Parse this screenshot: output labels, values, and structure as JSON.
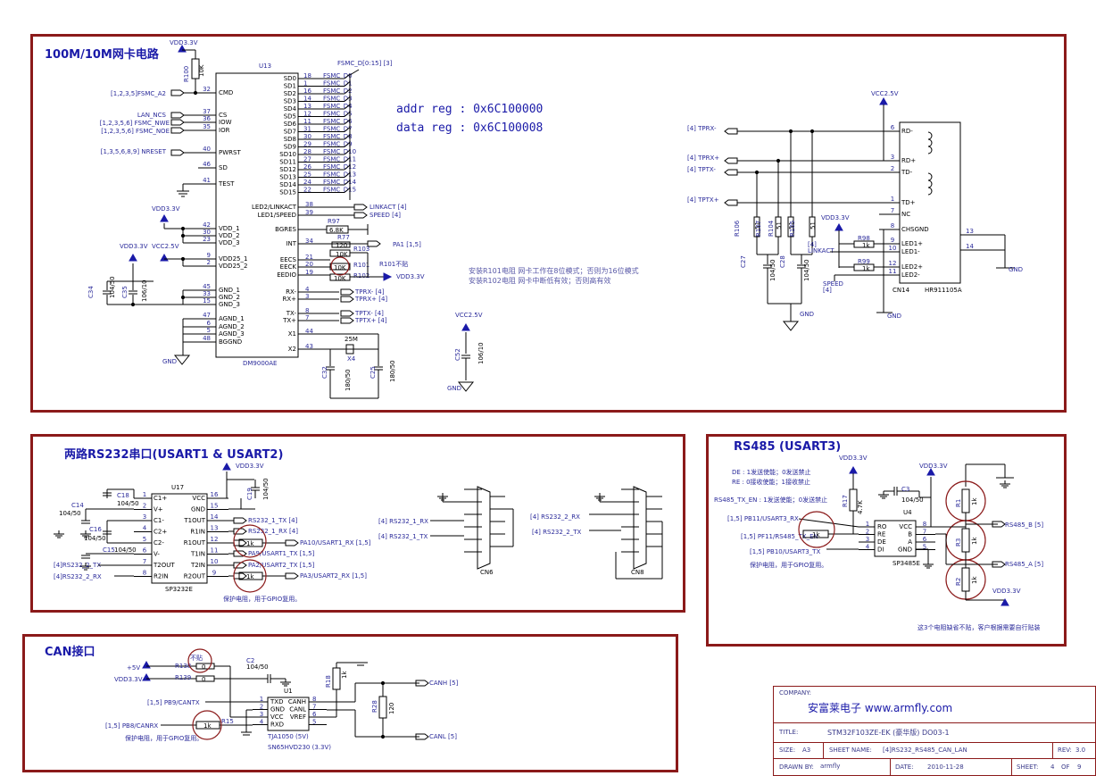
{
  "blocks": {
    "ethernet_title": "100M/10M网卡电路",
    "rs232_title": "两路RS232串口(USART1 & USART2)",
    "rs485_title": "RS485 (USART3)",
    "can_title": "CAN接口"
  },
  "ethernet": {
    "addr_reg": "addr reg : 0x6C100000",
    "data_reg": "data reg : 0x6C100008",
    "note1": "安装R101电阻 网卡工作在8位模式；否则为16位模式",
    "note2": "安装R102电阻   网卡中断低有效；否则高有效",
    "chip_ref": "U13",
    "chip_name": "DM9000AE",
    "bus": "FSMC_D[0:15] [3]",
    "vdd33": "VDD3.3V",
    "vcc25": "VCC2.5V",
    "gnd": "GND",
    "r100": "R100",
    "r100v": "10K",
    "left_pins": [
      {
        "num": "32",
        "name": "CMD",
        "net": "[1,2,3,5]FSMC_A2"
      },
      {
        "num": "37",
        "name": "CS",
        "net": "LAN_NCS"
      },
      {
        "num": "36",
        "name": "IOW",
        "net": "[1,2,3,5,6] FSMC_NWE"
      },
      {
        "num": "35",
        "name": "IOR",
        "net": "[1,2,3,5,6] FSMC_NOE"
      },
      {
        "num": "40",
        "name": "PWRST",
        "net": "[1,3,5,6,8,9] NRESET"
      },
      {
        "num": "46",
        "name": "SD",
        "net": ""
      },
      {
        "num": "41",
        "name": "TEST",
        "net": ""
      },
      {
        "num": "42",
        "name": "VDD_1",
        "net": ""
      },
      {
        "num": "30",
        "name": "VDD_2",
        "net": ""
      },
      {
        "num": "23",
        "name": "VDD_3",
        "net": ""
      },
      {
        "num": "9",
        "name": "VDD25_1",
        "net": ""
      },
      {
        "num": "2",
        "name": "VDD25_2",
        "net": ""
      },
      {
        "num": "45",
        "name": "GND_1",
        "net": ""
      },
      {
        "num": "33",
        "name": "GND_2",
        "net": ""
      },
      {
        "num": "15",
        "name": "GND_3",
        "net": ""
      },
      {
        "num": "47",
        "name": "AGND_1",
        "net": ""
      },
      {
        "num": "6",
        "name": "AGND_2",
        "net": ""
      },
      {
        "num": "5",
        "name": "AGND_3",
        "net": ""
      },
      {
        "num": "48",
        "name": "BGGND",
        "net": ""
      }
    ],
    "sd_pins": [
      {
        "num": "18",
        "name": "SD0",
        "net": "FSMC_D0"
      },
      {
        "num": "1",
        "name": "SD1",
        "net": "FSMC_D1"
      },
      {
        "num": "16",
        "name": "SD2",
        "net": "FSMC_D2"
      },
      {
        "num": "14",
        "name": "SD3",
        "net": "FSMC_D3"
      },
      {
        "num": "13",
        "name": "SD4",
        "net": "FSMC_D4"
      },
      {
        "num": "12",
        "name": "SD5",
        "net": "FSMC_D5"
      },
      {
        "num": "11",
        "name": "SD6",
        "net": "FSMC_D6"
      },
      {
        "num": "31",
        "name": "SD7",
        "net": "FSMC_D7"
      },
      {
        "num": "30",
        "name": "SD8",
        "net": "FSMC_D8"
      },
      {
        "num": "29",
        "name": "SD9",
        "net": "FSMC_D9"
      },
      {
        "num": "28",
        "name": "SD10",
        "net": "FSMC_D10"
      },
      {
        "num": "27",
        "name": "SD11",
        "net": "FSMC_D11"
      },
      {
        "num": "26",
        "name": "SD12",
        "net": "FSMC_D12"
      },
      {
        "num": "25",
        "name": "SD13",
        "net": "FSMC_D13"
      },
      {
        "num": "24",
        "name": "SD14",
        "net": "FSMC_D14"
      },
      {
        "num": "22",
        "name": "SD15",
        "net": "FSMC_D15"
      }
    ],
    "right_pins": [
      {
        "num": "38",
        "name": "LED2/LINKACT",
        "net": "LINKACT [4]"
      },
      {
        "num": "39",
        "name": "LED1/SPEED",
        "net": "SPEED [4]"
      },
      {
        "num": "",
        "name": "BGRES",
        "net": "R97 6.8K"
      },
      {
        "num": "34",
        "name": "INT",
        "net": "PA1 [1,5]"
      },
      {
        "num": "21",
        "name": "EECS",
        "net": "R103 10K"
      },
      {
        "num": "20",
        "name": "EECK",
        "net": "R101 10K"
      },
      {
        "num": "19",
        "name": "EEDIO",
        "net": "R102 10K"
      },
      {
        "num": "4",
        "name": "RX-",
        "net": "TPRX- [4]"
      },
      {
        "num": "3",
        "name": "RX+",
        "net": "TPRX+ [4]"
      },
      {
        "num": "8",
        "name": "TX-",
        "net": "TPTX- [4]"
      },
      {
        "num": "7",
        "name": "TX+",
        "net": "TPTX+ [4]"
      },
      {
        "num": "44",
        "name": "X1",
        "net": ""
      },
      {
        "num": "43",
        "name": "X2",
        "net": "25M X4"
      }
    ],
    "r77": "R77 120",
    "r101_note": "R101不贴",
    "caps_left": [
      "C34 104/50",
      "C35 106/10"
    ],
    "caps_xtal": [
      "C32 180/50",
      "C25 180/50"
    ],
    "c52": "C52 106/10",
    "magnetics": {
      "ref": "CN14",
      "part": "HR911105A",
      "pins": [
        {
          "num": "6",
          "name": "RD-",
          "net": "[4] TPRX-"
        },
        {
          "num": "3",
          "name": "RD+",
          "net": "[4] TPRX+"
        },
        {
          "num": "2",
          "name": "TD-",
          "net": "[4] TPTX-"
        },
        {
          "num": "1",
          "name": "TD+",
          "net": "[4] TPTX+"
        },
        {
          "num": "7",
          "name": "NC",
          "net": ""
        },
        {
          "num": "8",
          "name": "CHSGND",
          "net": ""
        },
        {
          "num": "9",
          "name": "LED1+",
          "net": ""
        },
        {
          "num": "10",
          "name": "LED1-",
          "net": "[4] LINKACT"
        },
        {
          "num": "12",
          "name": "LED2+",
          "net": ""
        },
        {
          "num": "11",
          "name": "LED2-",
          "net": "SPEED [4]"
        },
        {
          "num": "13",
          "name": "",
          "net": ""
        },
        {
          "num": "14",
          "name": "",
          "net": ""
        }
      ],
      "resistors": [
        "R106 51",
        "R107 51",
        "R104 51",
        "R105 51"
      ],
      "caps": [
        "C27 104/50",
        "C28 104/50"
      ],
      "r98": "R98 1k",
      "r99": "R99 1k"
    }
  },
  "rs232": {
    "chip_ref": "U17",
    "chip_name": "SP3232E",
    "vdd": "VDD3.3V",
    "pins_left": [
      {
        "num": "1",
        "name": "C1+"
      },
      {
        "num": "2",
        "name": "V+"
      },
      {
        "num": "3",
        "name": "C1-"
      },
      {
        "num": "4",
        "name": "C2+"
      },
      {
        "num": "5",
        "name": "C2-"
      },
      {
        "num": "6",
        "name": "V-"
      },
      {
        "num": "7",
        "name": "T2OUT"
      },
      {
        "num": "8",
        "name": "R2IN"
      }
    ],
    "pins_right": [
      {
        "num": "16",
        "name": "VCC"
      },
      {
        "num": "15",
        "name": "GND"
      },
      {
        "num": "14",
        "name": "T1OUT"
      },
      {
        "num": "13",
        "name": "R1IN"
      },
      {
        "num": "12",
        "name": "R1OUT"
      },
      {
        "num": "11",
        "name": "T1IN"
      },
      {
        "num": "10",
        "name": "T2IN"
      },
      {
        "num": "9",
        "name": "R2OUT"
      }
    ],
    "caps": [
      "C18 104/50",
      "C14 104/50",
      "C16 104/50",
      "C15 104/50",
      "C19 104/50"
    ],
    "nets_right": [
      "RS232_1_TX [4]",
      "RS232_1_RX [4]",
      "PA10/USART1_RX [1,5]",
      "PA9/USART1_TX [1,5]",
      "PA2/USART2_TX [1,5]",
      "PA3/USART2_RX [1,5]"
    ],
    "nets_left": [
      "[4]RS232_2_TX",
      "[4]RS232_2_RX"
    ],
    "r1k": "1k",
    "note": "保护电阻，用于GPIO复用。",
    "cn6": "CN6",
    "cn8": "CN8",
    "cn6_nets": [
      "[4] RS232_1_RX",
      "[4] RS232_1_TX"
    ],
    "cn8_nets": [
      "[4] RS232_2_RX",
      "[4] RS232_2_TX"
    ]
  },
  "rs485": {
    "chip_ref": "U4",
    "chip_name": "SP3485E",
    "vdd": "VDD3.3V",
    "notes": [
      "DE : 1发送使能；0发送禁止",
      "RE : 0接收使能；1接收禁止",
      "RS485_TX_EN : 1发送使能；0发送禁止"
    ],
    "pins": [
      {
        "num": "1",
        "name": "RO"
      },
      {
        "num": "2",
        "name": "RE"
      },
      {
        "num": "3",
        "name": "DE"
      },
      {
        "num": "4",
        "name": "DI"
      },
      {
        "num": "8",
        "name": "VCC"
      },
      {
        "num": "7",
        "name": "B"
      },
      {
        "num": "6",
        "name": "A"
      },
      {
        "num": "5",
        "name": "GND"
      }
    ],
    "nets": [
      "[1,5] PB11/USART3_RX",
      "[1,5] PF11/RS485_TX_EN",
      "[1,5] PB10/USART3_TX",
      "RS485_B [5]",
      "RS485_A [5]"
    ],
    "c3": "C3 104/50",
    "r17": "R17 4.7K",
    "r1": "R1",
    "r2": "R2",
    "r3": "R3",
    "r1k": "1k",
    "note_protect": "保护电阻，用于GPIO复用。",
    "note_bottom": "这3个电阻缺省不贴，客户根据需要自行贴装"
  },
  "can": {
    "chip_ref": "U1",
    "chip_parts": [
      "TJA1050 (5V)",
      "SN65HVD230 (3.3V)"
    ],
    "supply1": "+5V",
    "supply2": "VDD3.3V",
    "r138": "R138 0",
    "r139": "R139 0",
    "not_fit": "不贴",
    "c2": "C2 104/50",
    "r18": "R18 1k",
    "r28": "R28 120",
    "r15": "R15 1k",
    "pins_left": [
      {
        "num": "1",
        "name": "TXD"
      },
      {
        "num": "2",
        "name": "GND"
      },
      {
        "num": "3",
        "name": "VCC"
      },
      {
        "num": "4",
        "name": "RXD"
      }
    ],
    "pins_right": [
      {
        "num": "8",
        "name": "CANH"
      },
      {
        "num": "7",
        "name": "CANL"
      },
      {
        "num": "6",
        "name": "VREF"
      },
      {
        "num": "5",
        "name": ""
      }
    ],
    "nets": [
      "[1,5] PB9/CANTX",
      "[1,5] PB8/CANRX",
      "CANH [5]",
      "CANL [5]"
    ],
    "note": "保护电阻，用于GPIO复用。"
  },
  "title_block": {
    "company_label": "COMPANY:",
    "company": "安富莱电子 www.armfly.com",
    "title_label": "TITLE:",
    "title": "STM32F103ZE-EK (豪华版) DO03-1",
    "size_label": "SIZE:",
    "size": "A3",
    "sheet_name_label": "SHEET NAME:",
    "sheet_name": "[4]RS232_RS485_CAN_LAN",
    "rev_label": "REV:",
    "rev": "3.0",
    "drawn_label": "DRAWN BY:",
    "drawn": "armfly",
    "date_label": "DATE:",
    "date": "2010-11-28",
    "sheet_label": "SHEET:",
    "sheet": "4",
    "of_label": "OF",
    "of": "9"
  }
}
